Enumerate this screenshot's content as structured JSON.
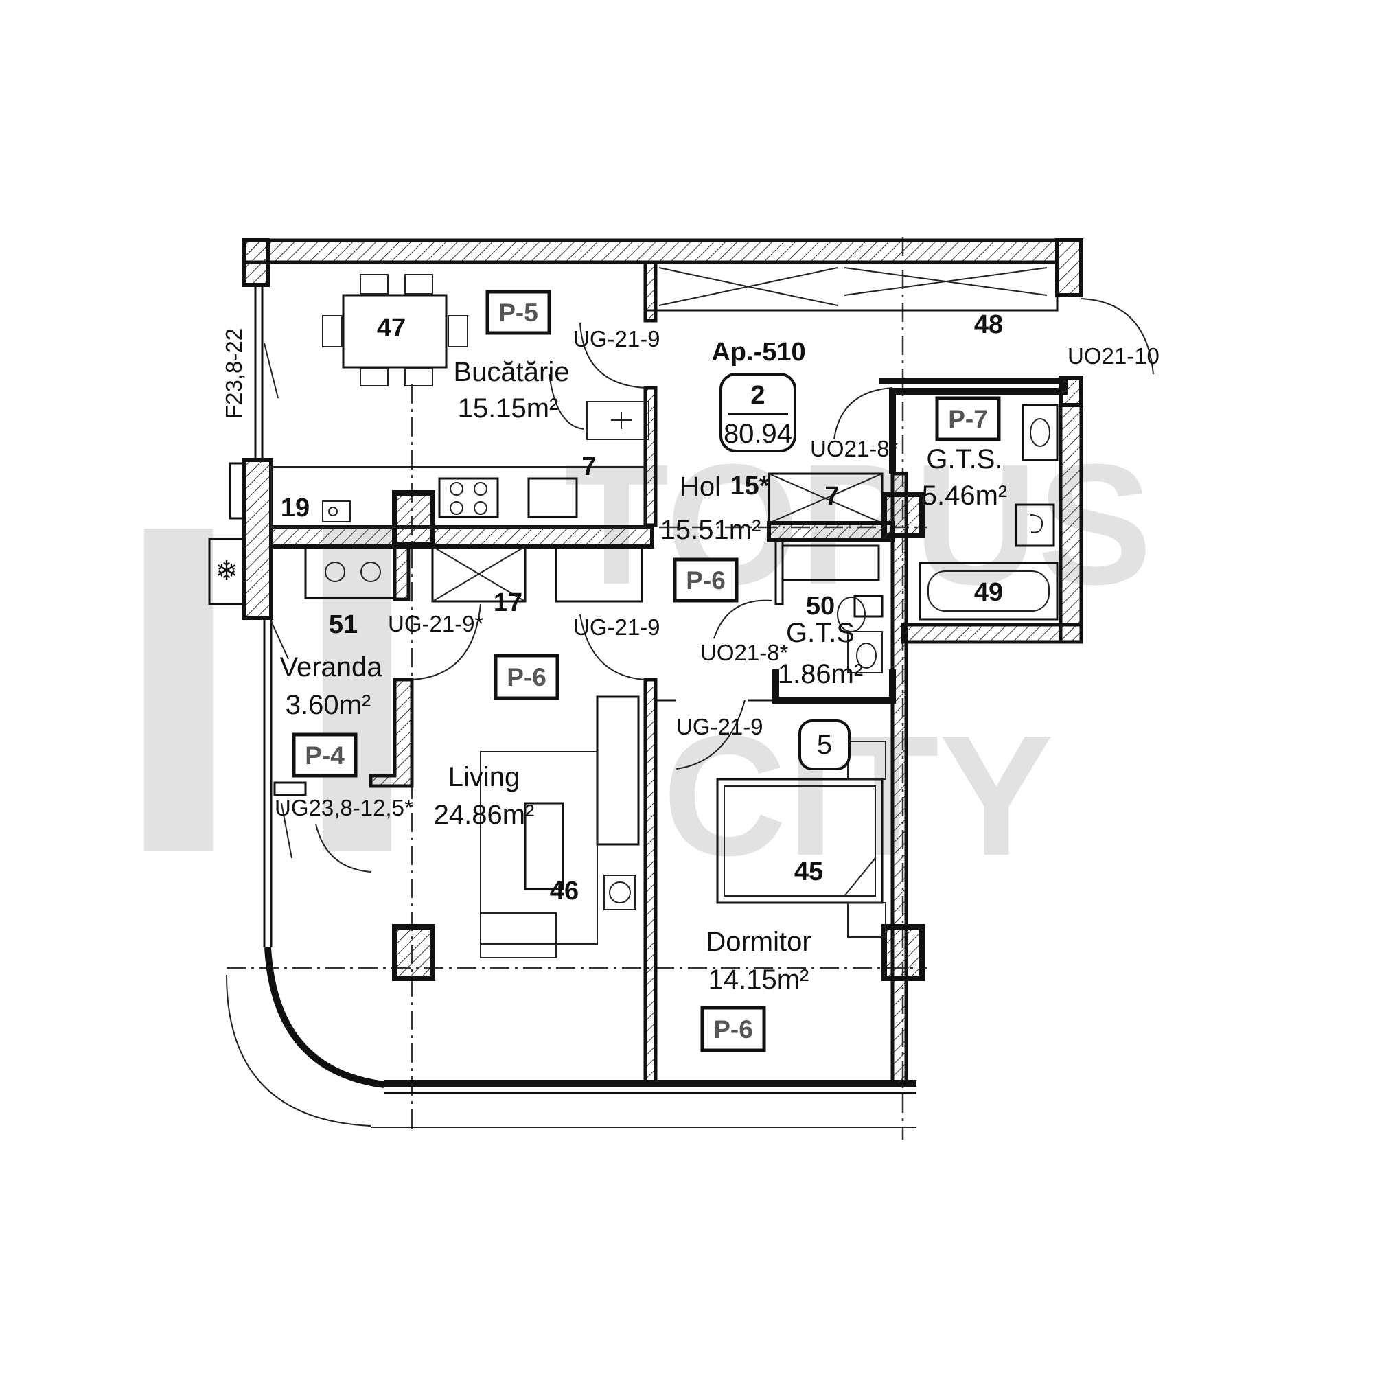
{
  "watermark": {
    "line1": "TOPUS",
    "line2": "CITY"
  },
  "apartment": {
    "code": "Ap.-510",
    "rooms": "2",
    "area": "80.94"
  },
  "rooms": [
    {
      "name": "Bucătărie",
      "area": "15.15m²"
    },
    {
      "name": "Hol",
      "area": "15.51m²"
    },
    {
      "name": "G.T.S.",
      "area": "5.46m²"
    },
    {
      "name": "G.T.S",
      "area": "1.86m²"
    },
    {
      "name": "Veranda",
      "area": "3.60m²"
    },
    {
      "name": "Living",
      "area": "24.86m²"
    },
    {
      "name": "Dormitor",
      "area": "14.15m²"
    }
  ],
  "tags": [
    "P-5",
    "P-6",
    "P-7",
    "P-6",
    "P-4",
    "P-6"
  ],
  "numbers": [
    "47",
    "48",
    "7",
    "19",
    "17",
    "51",
    "15*",
    "7",
    "50",
    "49",
    "46",
    "45",
    "5"
  ],
  "doors": [
    "UG-21-9",
    "UO21-10",
    "UO21-8*",
    "UG-21-9*",
    "UG-21-9",
    "UO21-8*",
    "UG-21-9",
    "UG23,8-12,5*"
  ],
  "window_code": "F23,8-22",
  "icons": [
    "snowflake-icon",
    "sink-icon",
    "stove-icon",
    "toilet-icon",
    "bathtub-icon",
    "bed-icon",
    "sofa-icon",
    "dining-table-icon"
  ]
}
